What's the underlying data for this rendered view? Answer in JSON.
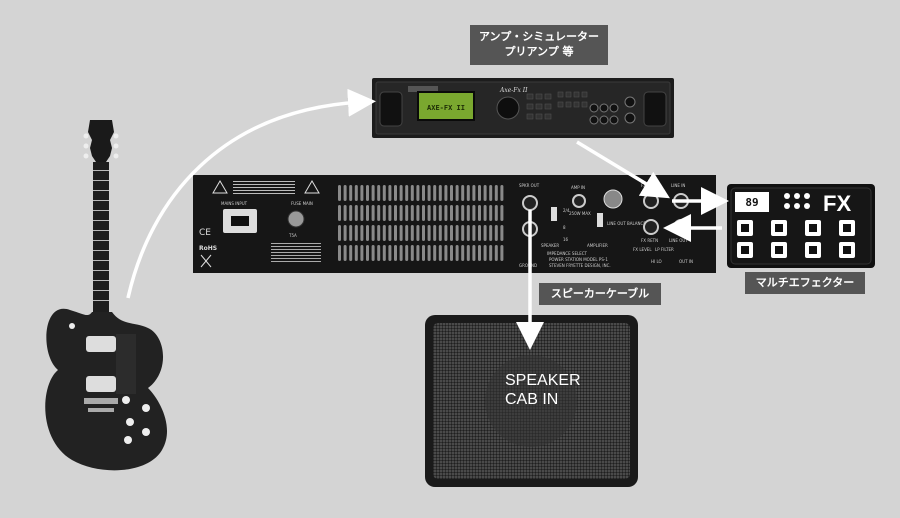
{
  "labels": {
    "preamp_line1": "アンプ・シミュレーター",
    "preamp_line2": "プリアンプ 等",
    "multi_fx": "マルチエフェクター",
    "speaker_cable": "スピーカーケーブル"
  },
  "cab": {
    "line1": "SPEAKER",
    "line2": "CAB IN"
  },
  "fx_unit": {
    "display": "89",
    "logo": "FX"
  },
  "preamp": {
    "display": "AXE-FX II",
    "brand": "Axe-Fx II"
  },
  "power_amp": {
    "mains_input": "MAINS INPUT",
    "fuse": "FUSE MAIN",
    "fuse_value": "T5A",
    "ce": "CE",
    "rohs": "RoHS",
    "spkr_out": "SPKR OUT",
    "amp_in": "AMP IN",
    "fx_send": "FX SEND",
    "line_in": "LINE IN",
    "fx_retn": "FX RETN",
    "line_out": "LINE OUT",
    "line_out_balanced": "LINE OUT\nBALANCED",
    "watts": "250W MAX",
    "speaker": "SPEAKER",
    "amplifier": "AMPLIFIER",
    "impedance": "IMPEDANCE\nSELECT",
    "ground": "GROUND",
    "model": "POWER STATION MODEL PS-1",
    "maker": "STEVEN FRYETTE DESIGN, INC.",
    "fx_level": "FX\nLEVEL",
    "lp_filter": "LP\nFILTER",
    "hi_lo": "HI\nLO",
    "out_in": "OUT\nIN",
    "ohm_values": [
      "2/4",
      "8",
      "16"
    ]
  },
  "colors": {
    "background": "#d4d4d4",
    "label_bg": "#555555",
    "arrow": "#ffffff",
    "device": "#161616"
  }
}
